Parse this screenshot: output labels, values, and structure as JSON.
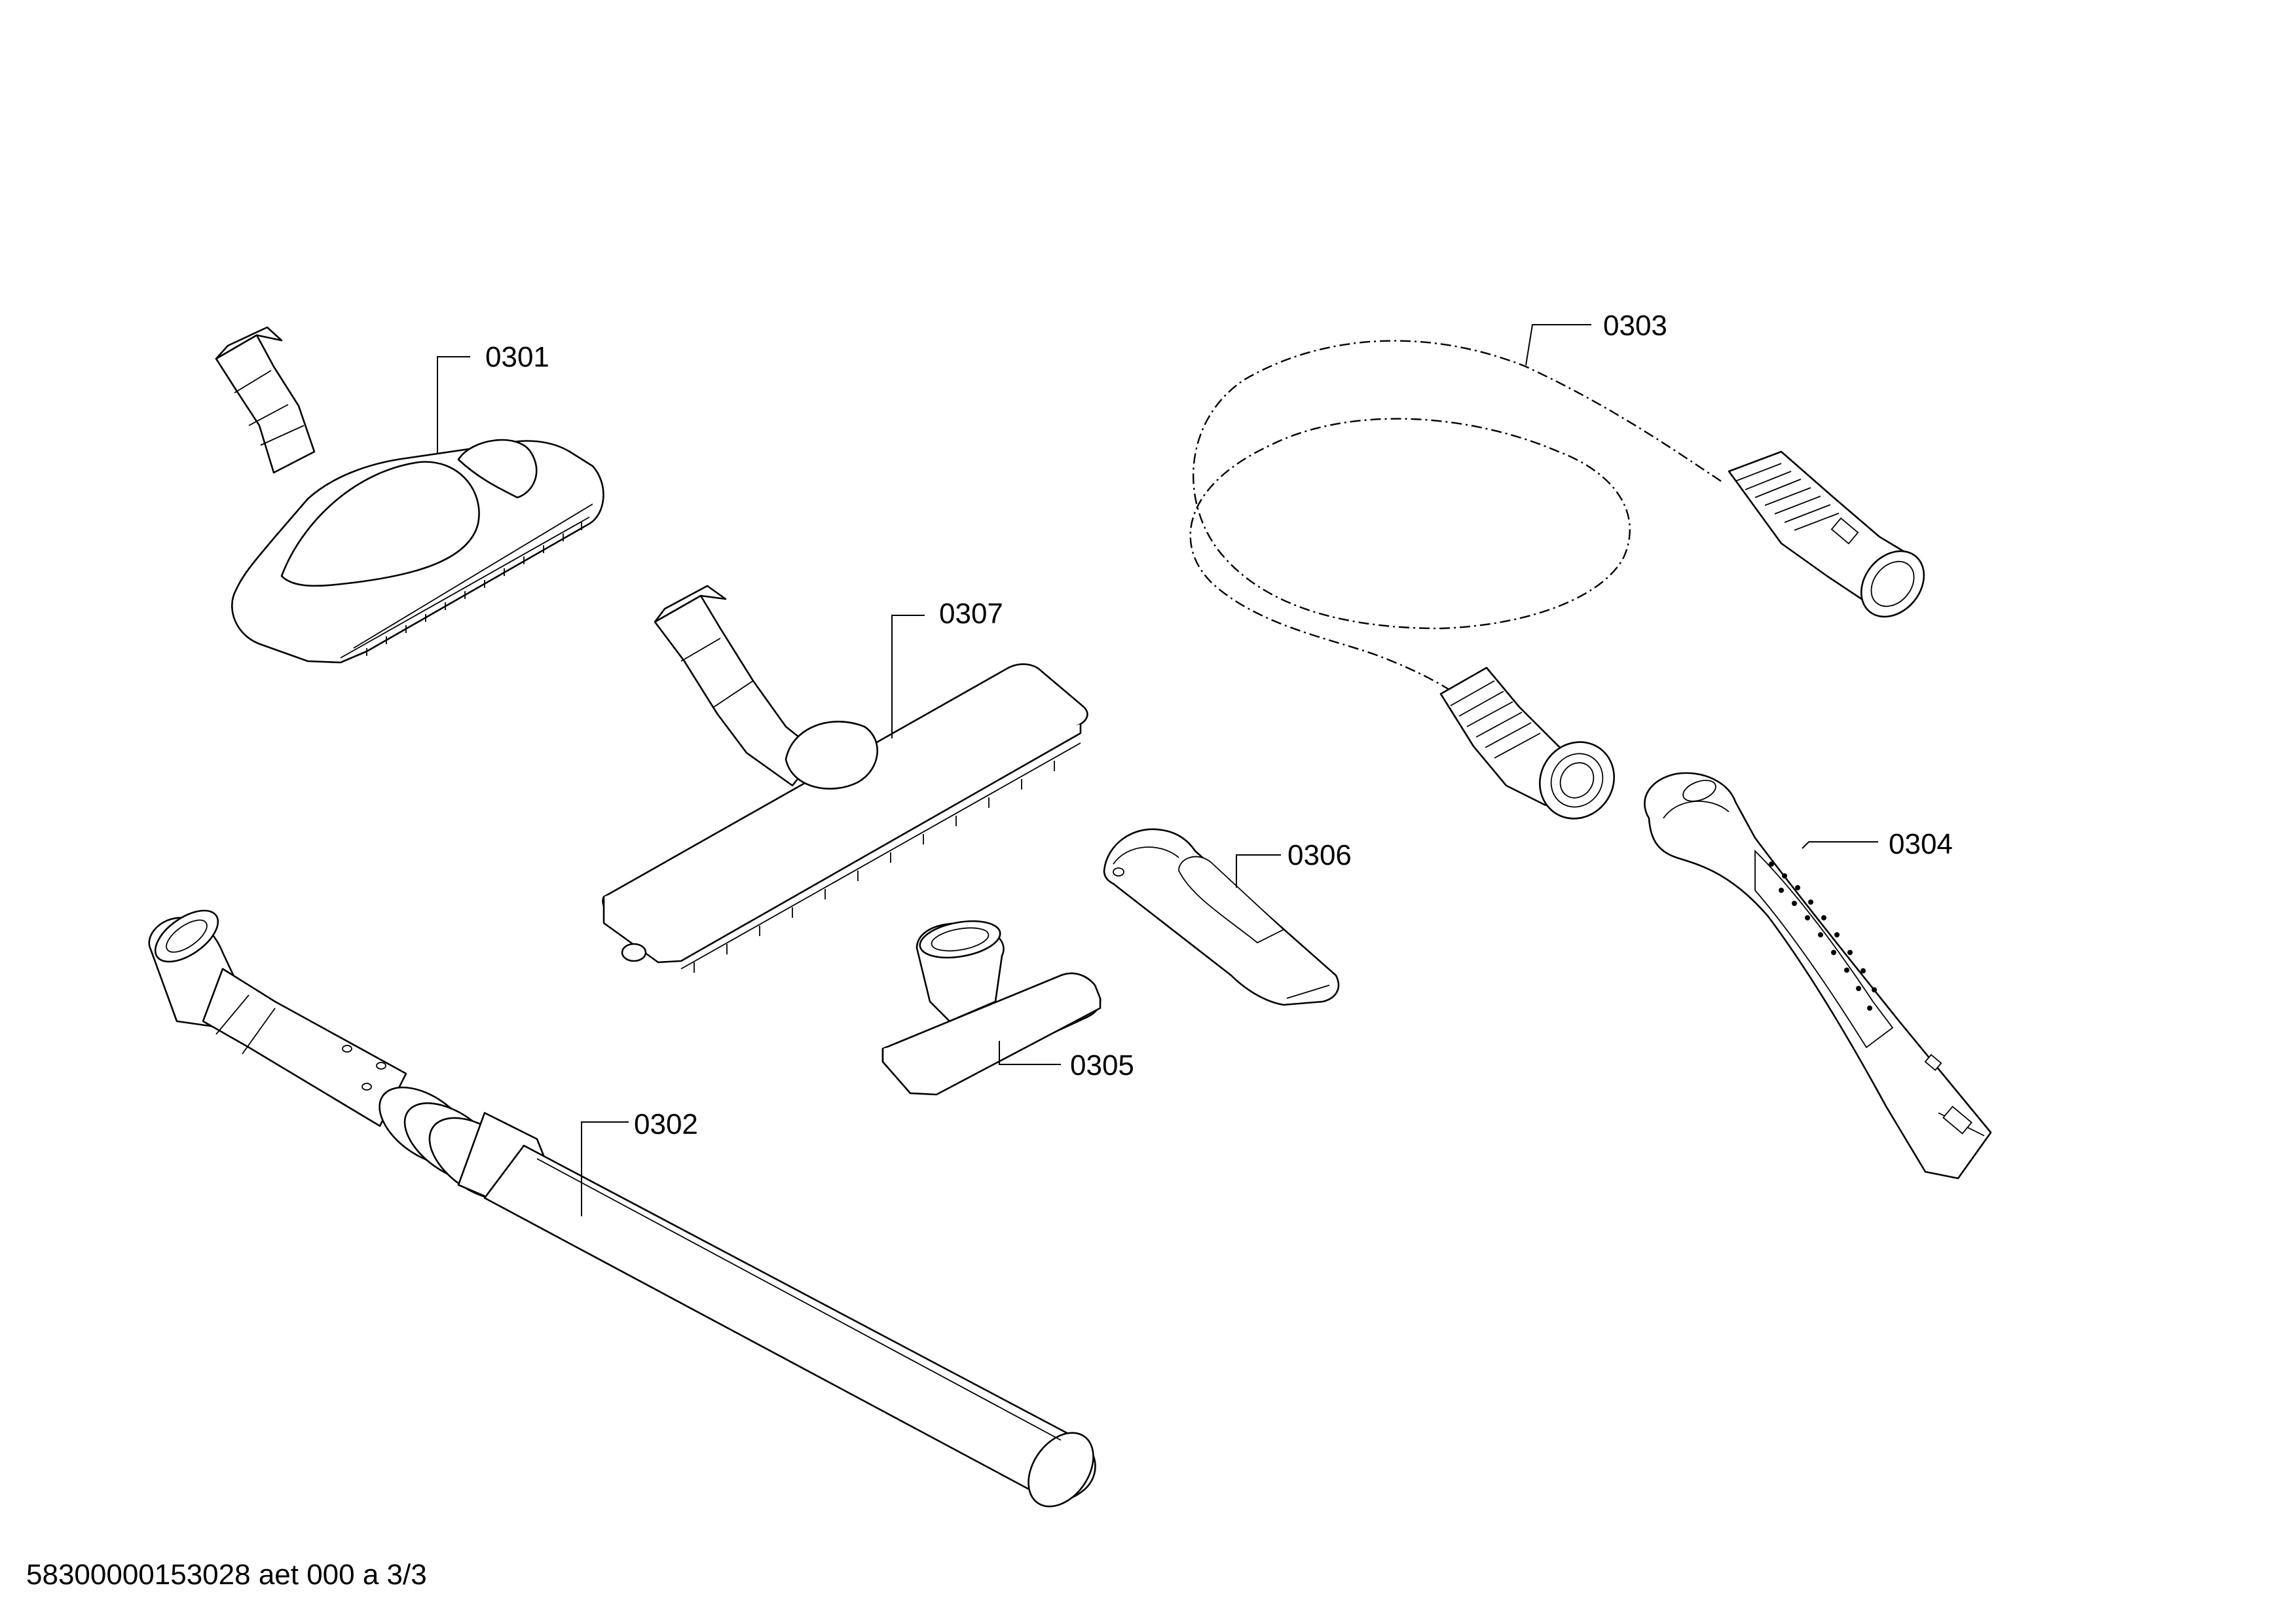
{
  "parts": {
    "p0301": {
      "label": "0301"
    },
    "p0302": {
      "label": "0302"
    },
    "p0303": {
      "label": "0303"
    },
    "p0304": {
      "label": "0304"
    },
    "p0305": {
      "label": "0305"
    },
    "p0306": {
      "label": "0306"
    },
    "p0307": {
      "label": "0307"
    }
  },
  "footer": {
    "text": "58300000153028 aet 000 a 3/3"
  }
}
